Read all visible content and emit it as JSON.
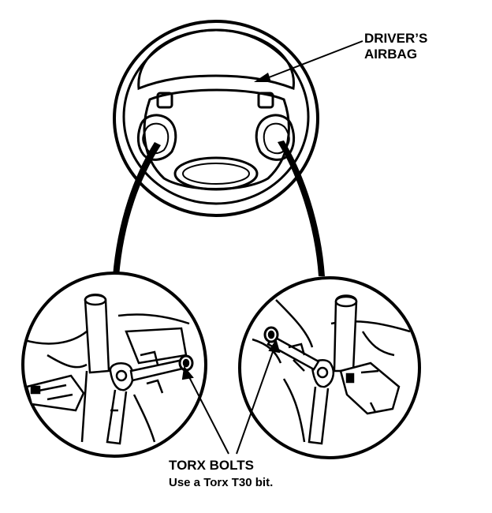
{
  "labels": {
    "airbag_line1": "DRIVER’S",
    "airbag_line2": "AIRBAG",
    "torx_title": "TORX BOLTS",
    "torx_note": "Use a Torx T30 bit."
  },
  "colors": {
    "ink": "#000000",
    "paper": "#ffffff"
  },
  "icons": {
    "steering_wheel": "steering-wheel-icon",
    "wrench_left": "ratchet-wrench-icon",
    "wrench_right": "ratchet-wrench-icon"
  }
}
